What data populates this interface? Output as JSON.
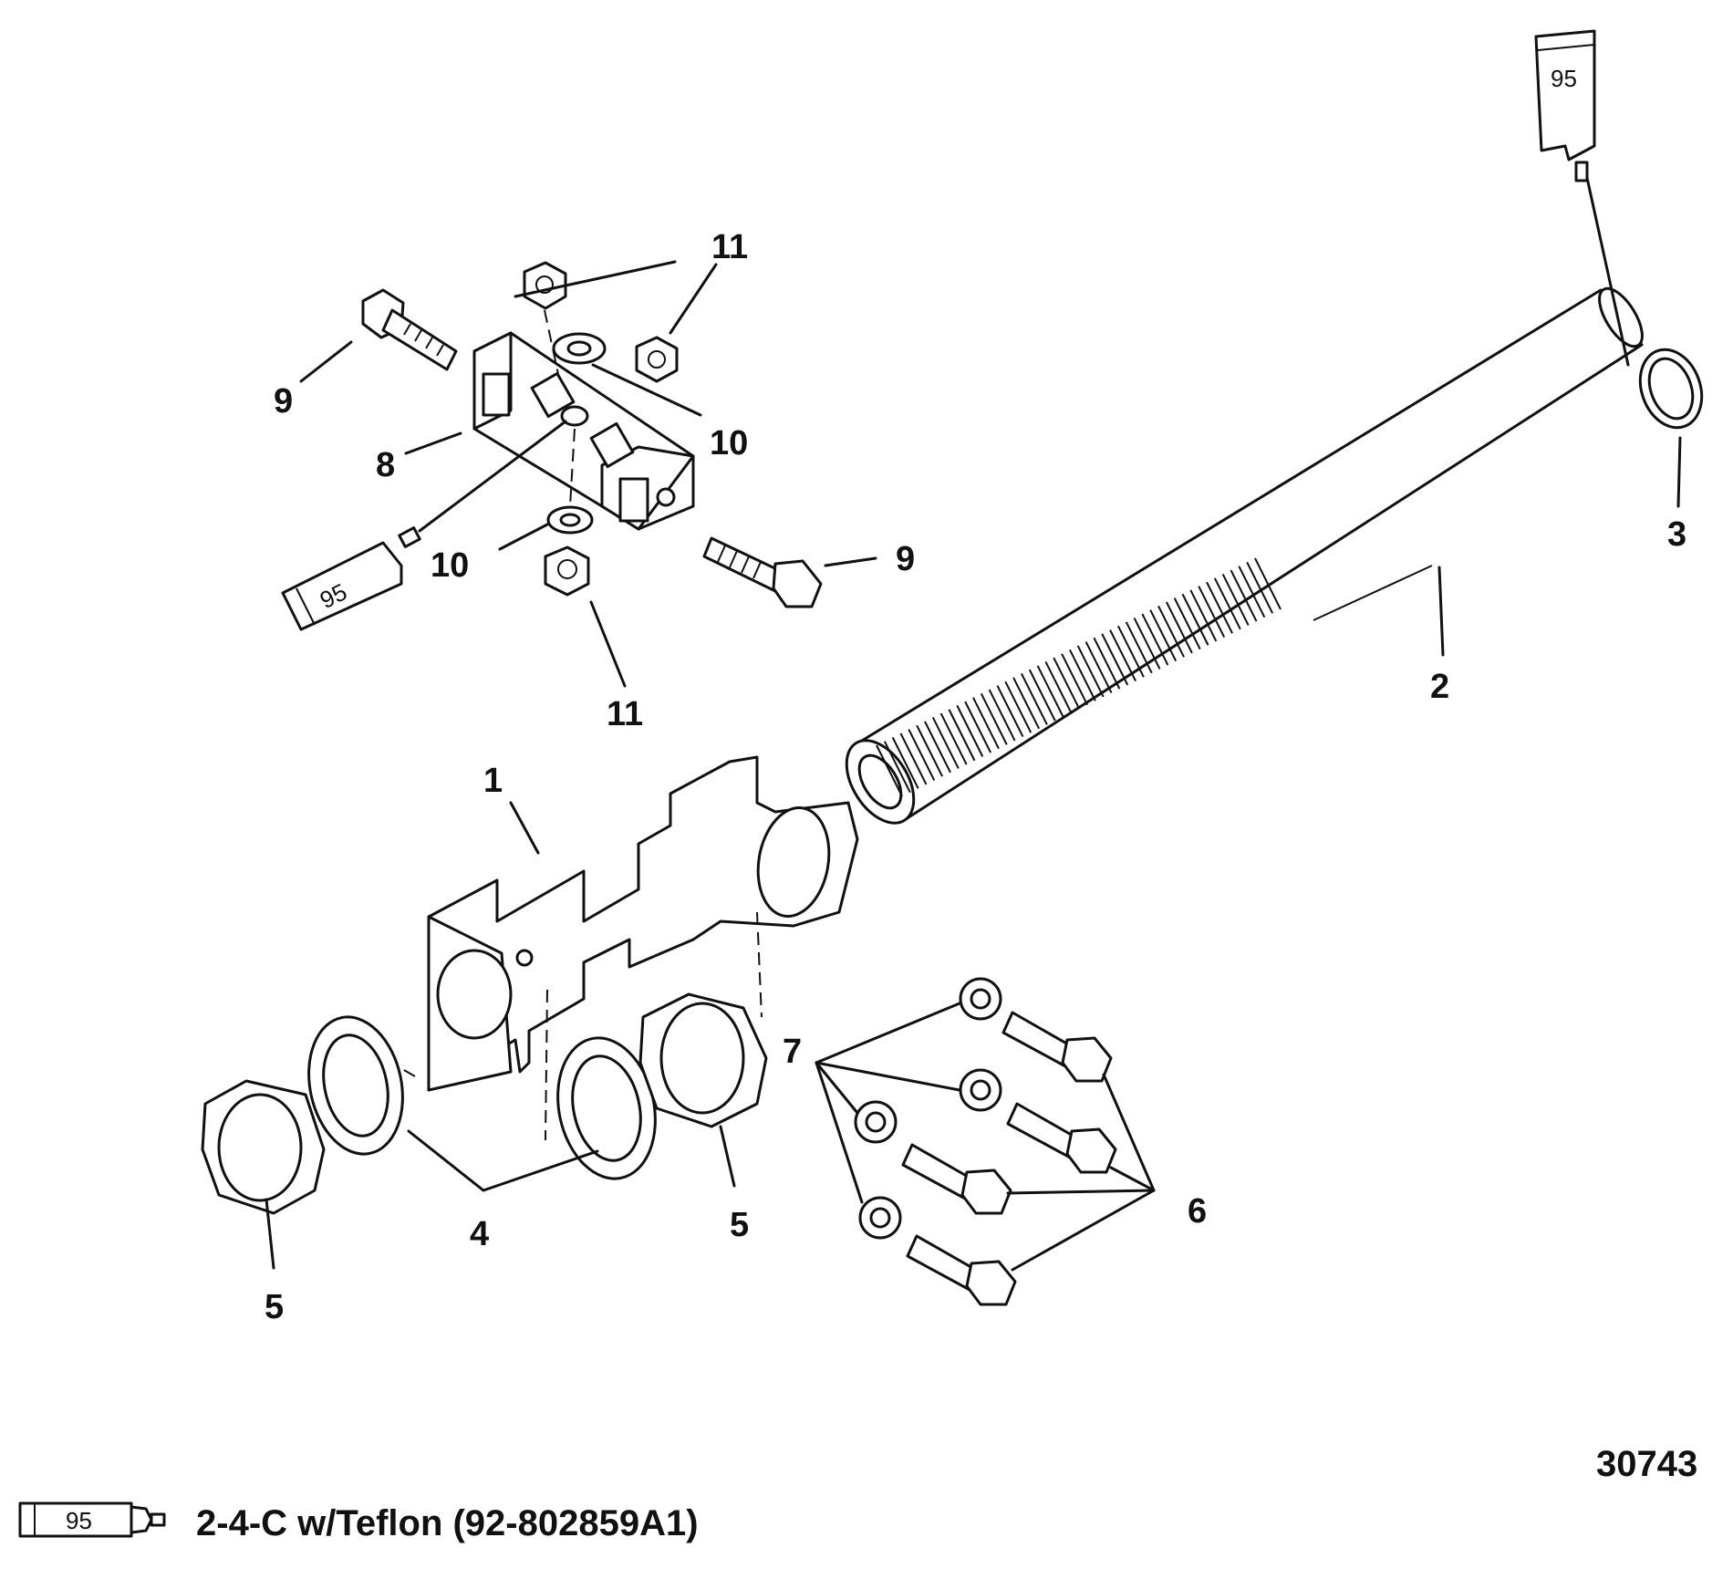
{
  "callouts": {
    "c1": "1",
    "c2": "2",
    "c3": "3",
    "c4": "4",
    "c5a": "5",
    "c5b": "5",
    "c6": "6",
    "c7": "7",
    "c8": "8",
    "c9a": "9",
    "c9b": "9",
    "c10a": "10",
    "c10b": "10",
    "c11a": "11",
    "c11b": "11"
  },
  "lubricant_tubes": {
    "top_right": "95",
    "left": "95",
    "legend": "95"
  },
  "legend": {
    "text": "2-4-C w/Teflon (92-802859A1)"
  },
  "figure_number": "30743"
}
